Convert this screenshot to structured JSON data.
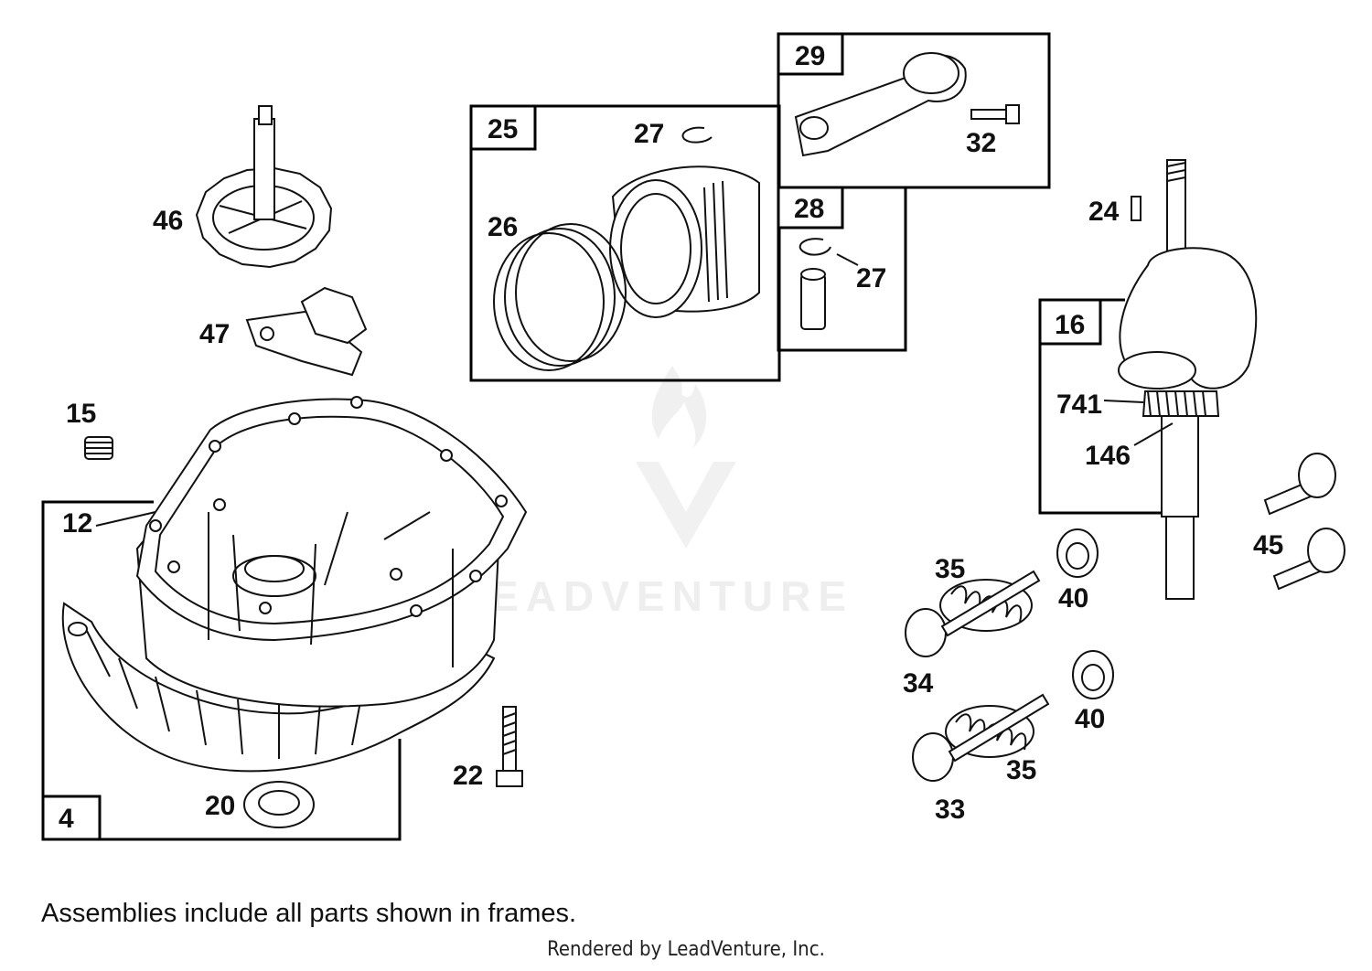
{
  "footnote": "Assemblies include all parts shown in frames.",
  "rendered_by": "Rendered by LeadVenture, Inc.",
  "watermark": "LEADVENTURE",
  "frames": {
    "f4": "4",
    "f16": "16",
    "f25": "25",
    "f28": "28",
    "f29": "29"
  },
  "callouts": {
    "c12": "12",
    "c15": "15",
    "c20": "20",
    "c22": "22",
    "c24": "24",
    "c26": "26",
    "c27a": "27",
    "c27b": "27",
    "c32": "32",
    "c33": "33",
    "c34": "34",
    "c35a": "35",
    "c35b": "35",
    "c40a": "40",
    "c40b": "40",
    "c45": "45",
    "c46": "46",
    "c47": "47",
    "c146": "146",
    "c741": "741"
  }
}
